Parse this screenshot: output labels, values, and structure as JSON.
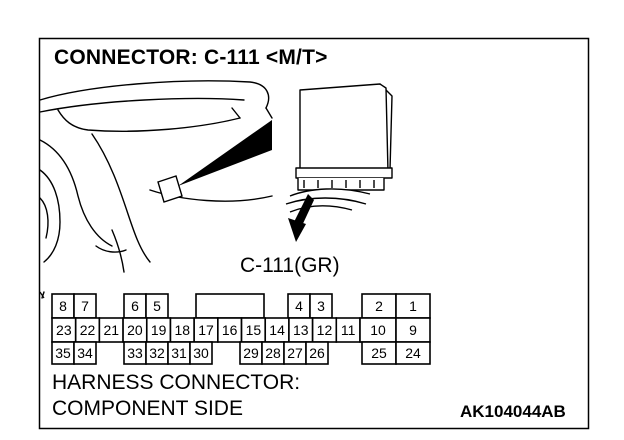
{
  "title": "CONNECTOR: C-111 <M/T>",
  "connector_callout": "C-111(GR)",
  "footer": {
    "line1": "HARNESS CONNECTOR:",
    "line2": "COMPONENT SIDE",
    "code": "AK104044AB"
  },
  "pin_rows": {
    "top": [
      "8",
      "7",
      "6",
      "5",
      "4",
      "3",
      "2",
      "1"
    ],
    "middle": [
      "23",
      "22",
      "21",
      "20",
      "19",
      "18",
      "17",
      "16",
      "15",
      "14",
      "13",
      "12",
      "11",
      "10",
      "9"
    ],
    "bottom": [
      "35",
      "34",
      "33",
      "32",
      "31",
      "30",
      "29",
      "28",
      "27",
      "26",
      "25",
      "24"
    ]
  }
}
